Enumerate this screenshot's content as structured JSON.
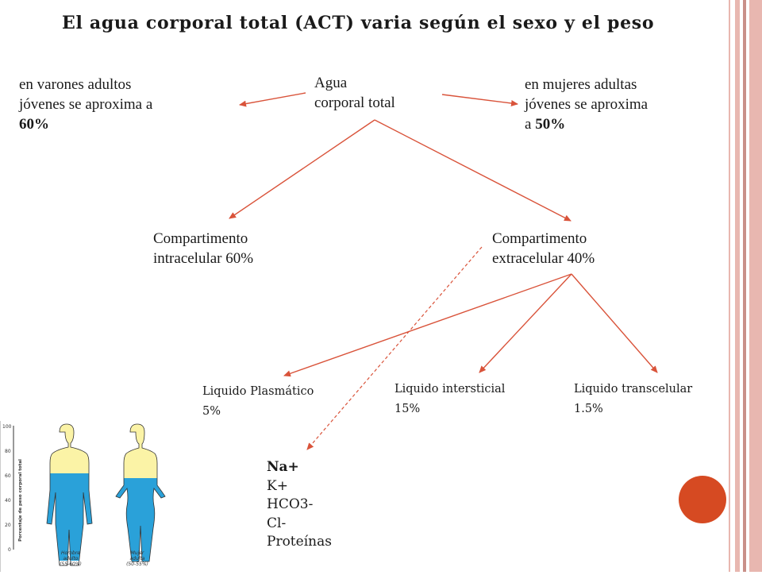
{
  "title": "El agua corporal total (ACT) varia según el sexo y el peso",
  "root": {
    "line1": "Agua",
    "line2": "corporal total"
  },
  "men": {
    "line1": "en varones adultos",
    "line2": "jóvenes  se aproxima a",
    "value": "60%"
  },
  "women": {
    "line1": "en mujeres adultas",
    "line2": "jóvenes  se aproxima",
    "prefix": "a",
    "value": "50%"
  },
  "intracellular": {
    "line1": "Compartimento",
    "line2": "intracelular 60%"
  },
  "extracellular": {
    "line1": "Compartimento",
    "line2": "extracelular 40%"
  },
  "plasma": {
    "line1": "Liquido Plasmático",
    "line2": "5%"
  },
  "interstitial": {
    "line1": "Liquido intersticial",
    "line2": "15%"
  },
  "transcellular": {
    "line1": "Liquido transcelular",
    "line2": "1.5%"
  },
  "ions": [
    "Na+",
    "K+",
    "HCO3-",
    "Cl-",
    "Proteínas"
  ],
  "figure": {
    "y_label": "Porcentaje de peso corporal total",
    "y_ticks": [
      "100",
      "80",
      "60",
      "40",
      "20",
      "0"
    ],
    "male_label_1": "Hombre",
    "male_label_2": "adulto",
    "male_range": "(55-60%)",
    "female_label_1": "Mujer",
    "female_label_2": "adulta",
    "female_range": "(50-55%)"
  },
  "colors": {
    "arrow": "#d9533a",
    "accent_dot": "#d64a22",
    "stripe_pink": "#e8b7b0",
    "stripe_dark": "#c99089",
    "skin": "#fbf3a6",
    "water": "#2aa1d9"
  }
}
